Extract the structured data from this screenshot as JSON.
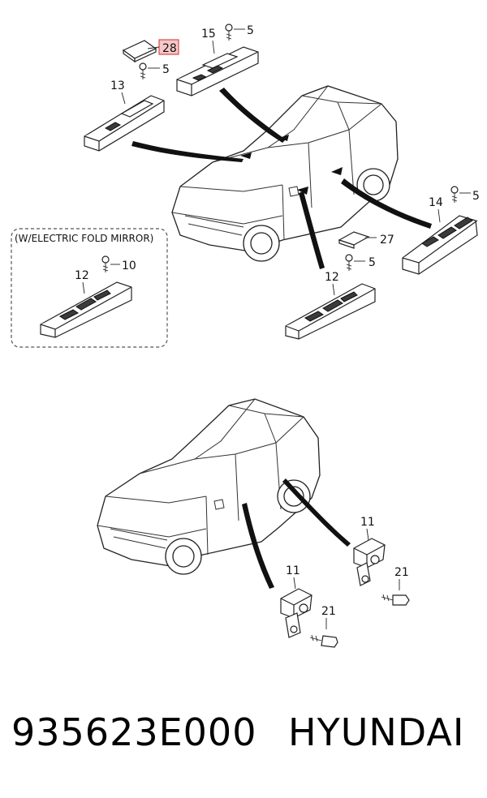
{
  "diagram": {
    "callouts": {
      "c28": "28",
      "c15": "15",
      "c5a": "5",
      "c5b": "5",
      "c13": "13",
      "c14": "14",
      "c5c": "5",
      "c27": "27",
      "c5d": "5",
      "c12a": "12",
      "c12b": "12",
      "c10": "10",
      "c11a": "11",
      "c11b": "11",
      "c21a": "21",
      "c21b": "21"
    },
    "inset_label": "(W/ELECTRIC FOLD MIRROR)"
  },
  "footer": {
    "part_number": "935623E000",
    "brand": "HYUNDAI"
  }
}
